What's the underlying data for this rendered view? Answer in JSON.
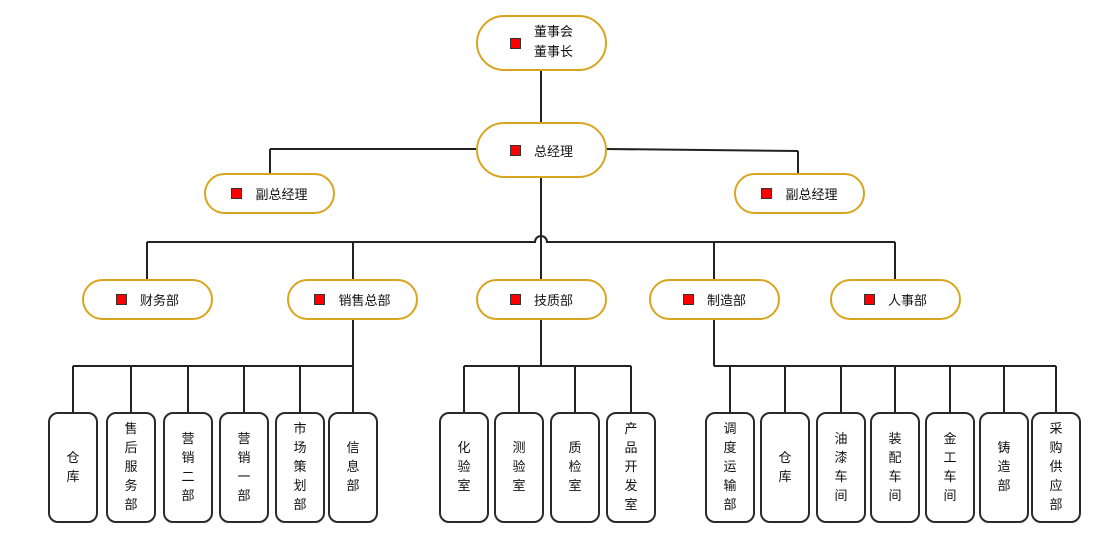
{
  "colors": {
    "node_border": "#d9a520",
    "marker": "#ff0000",
    "leaf_border": "#2a2a2a",
    "connector": "#222222"
  },
  "board": {
    "line1": "董事会",
    "line2": "董事长"
  },
  "gm": {
    "label": "总经理"
  },
  "deputies": [
    {
      "label": "副总经理"
    },
    {
      "label": "副总经理"
    }
  ],
  "departments": [
    {
      "label": "财务部"
    },
    {
      "label": "销售总部"
    },
    {
      "label": "技质部"
    },
    {
      "label": "制造部"
    },
    {
      "label": "人事部"
    }
  ],
  "sales_units": [
    "仓库",
    "售后服务部",
    "营销二部",
    "营销一部",
    "市场策划部",
    "信息部"
  ],
  "tech_units": [
    "化验室",
    "测验室",
    "质检室",
    "产品开发室"
  ],
  "mfg_units": [
    "调度运输部",
    "仓库",
    "油漆车间",
    "装配车间",
    "金工车间",
    "铸造部",
    "采购供应部"
  ]
}
